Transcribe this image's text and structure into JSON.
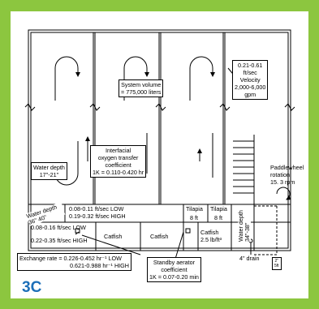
{
  "figure_id": "3C",
  "labels": {
    "system_volume": [
      "System volume",
      "= 775,000 liters"
    ],
    "velocity": [
      "0.21-0.61",
      "ft/sec",
      "Velocity"
    ],
    "gpm": [
      "2,000-6,000",
      "gpm"
    ],
    "water_depth_left": [
      "Water depth",
      "17\"-21\""
    ],
    "interfacial": [
      "Interfacial",
      "oxygen transfer",
      "coefficient"
    ],
    "kla_interfacial": "1K  = 0.110-0.420 hr ",
    "kla_sub": "LA",
    "kla_sup": "-1",
    "paddlewheel": [
      "Paddlewheel",
      "rotation",
      "15.   3 rpm"
    ],
    "water_depth_inner": [
      "Water depth",
      "36\"     40\""
    ],
    "velocity_low_high_1": [
      "0.08-0.11 ft/sec  LOW",
      "0.19-0.32 ft/sec  HIGH"
    ],
    "tilapia_1": "Tilapia",
    "tilapia_2": "Tilapia",
    "tilapia_dim_1": "8 ft",
    "tilapia_dim_2": "8 ft",
    "velocity_low_high_2": [
      "0.08-0.16 ft/sec  LOW",
      "0.22-0.35 ft/sec    HIGH"
    ],
    "catfish_1": "Catfish",
    "catfish_2": "Catfish",
    "catfish_3": [
      "Catfish",
      "2.5 lb/ft³"
    ],
    "water_depth_right": [
      "Water depth",
      "34\"-38\""
    ],
    "exchange_rate_prefix": "Exchange rate = ",
    "exchange_rate_low": "0.226-0.452 hr⁻¹  LOW",
    "exchange_rate_high": "0.621-0.988 hr⁻¹  HIGH",
    "standby": [
      "Standby aerator",
      "coefficient"
    ],
    "standby_kla": "1K  = 0.07-0.20 min",
    "standby_sup": "-1",
    "drain": "4\" drain",
    "small_box": [
      "2\"",
      "5ft"
    ]
  },
  "colors": {
    "background": "#8cc63f",
    "panel": "#ffffff",
    "figure_id": "#1d6fb8",
    "ink": "#000000"
  }
}
